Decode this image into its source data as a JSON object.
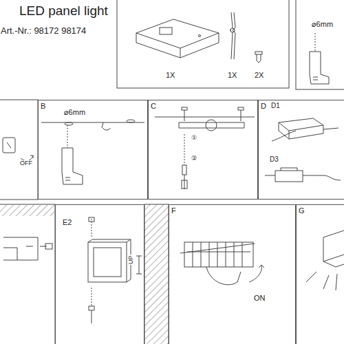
{
  "diagram": {
    "title": "LED panel light",
    "nodes": [
      {
        "text": [
          "B"
        ]
      },
      {
        "text": [
          "C"
        ]
      },
      {
        "text": [
          "D"
        ]
      },
      {
        "text": [
          "E2"
        ]
      },
      {
        "text": [
          "F"
        ]
      },
      {
        "text": [
          "G"
        ]
      }
    ],
    "labels": [
      "Art.-Nr.: 98172 98174",
      "1X",
      "1X",
      "2X",
      "⌀6mm",
      "OFF",
      "⌀6mm",
      "①",
      "②",
      "D1",
      "D3",
      "UP",
      "ON"
    ]
  }
}
